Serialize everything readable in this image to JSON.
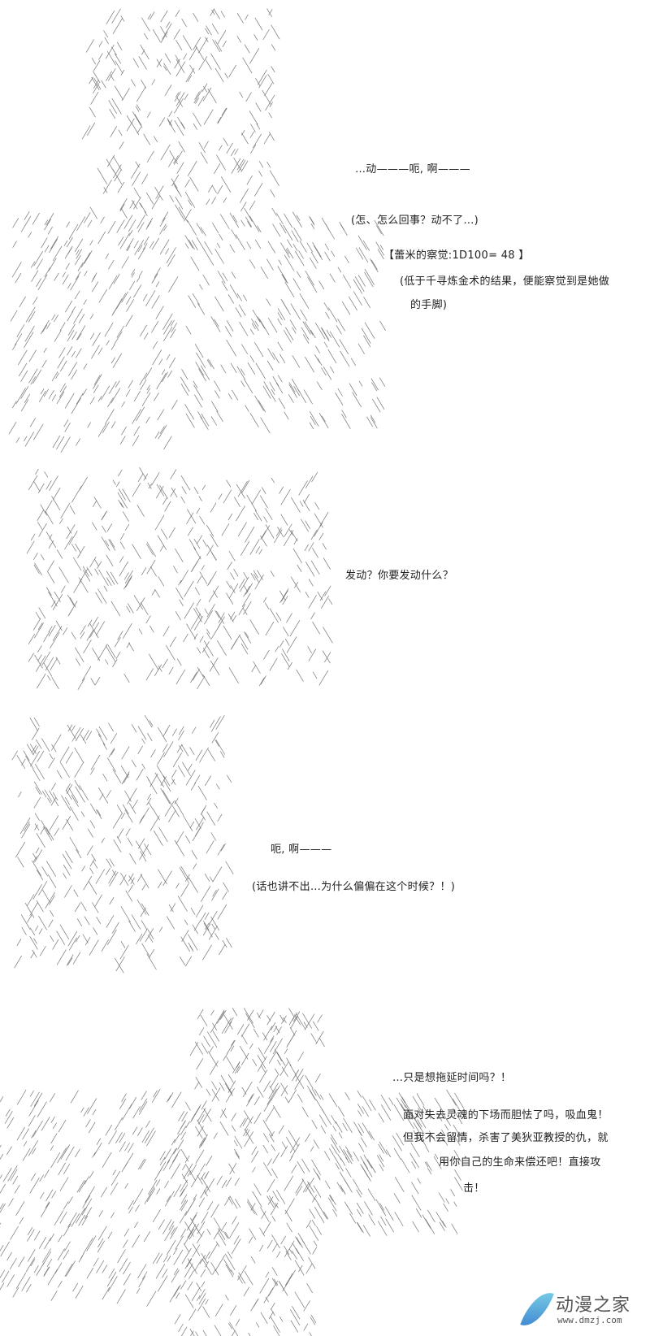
{
  "panels": [
    {
      "lines": [
        "…动———呃, 啊———",
        "(怎、怎么回事？动不了…)",
        "【蕾米的察觉:1D100= 48 】",
        "(低于千寻炼金术的结果，便能察觉到是她做",
        "的手脚)"
      ]
    },
    {
      "lines": [
        "发动？你要发动什么？"
      ]
    },
    {
      "lines": [
        "呃, 啊———",
        "(话也讲不出…为什么偏偏在这个时候？！)"
      ]
    },
    {
      "lines": [
        "…只是想拖延时间吗？！",
        "面对失去灵魂的下场而胆怯了吗，吸血鬼！",
        "但我不会留情，杀害了美狄亚教授的仇，就",
        "用你自己的生命来偿还吧！直接攻",
        "击！"
      ]
    }
  ],
  "watermark": {
    "name": "动漫之家",
    "url": "www.dmzj.com",
    "color": "#3a7fcf"
  }
}
